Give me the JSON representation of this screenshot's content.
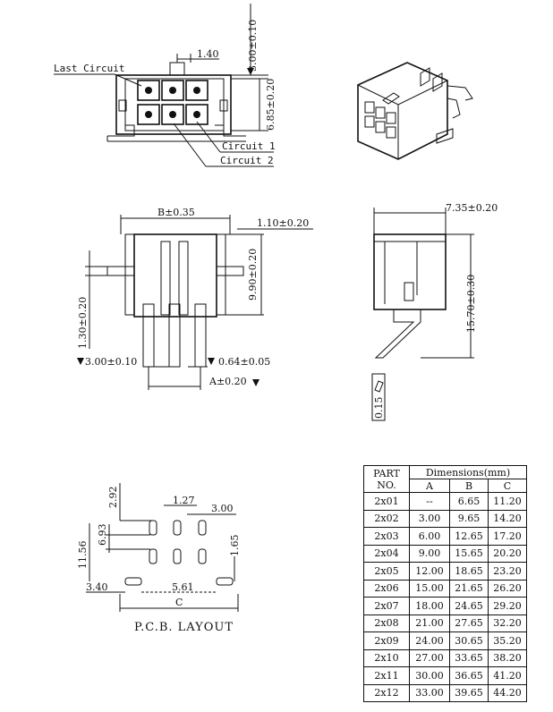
{
  "front_view": {
    "dim_top": "1.40",
    "dim_vertical_top": "3.00±0.10",
    "dim_right": "6.85±0.20",
    "label_last_circuit": "Last Circuit",
    "label_circuit1": "Circuit 1",
    "label_circuit2": "Circuit 2"
  },
  "side_left": {
    "dim_b": "B±0.35",
    "dim_110": "1.10±0.20",
    "dim_990": "9.90±0.20",
    "dim_130": "1.30±0.20",
    "dim_300": "3.00±0.10",
    "dim_064": "0.64±0.05",
    "dim_a": "A±0.20"
  },
  "side_right": {
    "dim_735": "7.35±0.20",
    "dim_1570": "15.70±0.30",
    "dim_015": "0.15"
  },
  "pcb": {
    "caption": "P.C.B. LAYOUT",
    "dim_292": "2.92",
    "dim_127": "1.27",
    "dim_300": "3.00",
    "dim_693": "6.93",
    "dim_1156": "11.56",
    "dim_165": "1.65",
    "dim_340": "3.40",
    "dim_561": "5.61",
    "dim_c": "C"
  },
  "table": {
    "header_part": "PART NO.",
    "header_dims": "Dimensions(mm)",
    "col_a": "A",
    "col_b": "B",
    "col_c": "C",
    "rows": [
      [
        "2x01",
        "--",
        "6.65",
        "11.20"
      ],
      [
        "2x02",
        "3.00",
        "9.65",
        "14.20"
      ],
      [
        "2x03",
        "6.00",
        "12.65",
        "17.20"
      ],
      [
        "2x04",
        "9.00",
        "15.65",
        "20.20"
      ],
      [
        "2x05",
        "12.00",
        "18.65",
        "23.20"
      ],
      [
        "2x06",
        "15.00",
        "21.65",
        "26.20"
      ],
      [
        "2x07",
        "18.00",
        "24.65",
        "29.20"
      ],
      [
        "2x08",
        "21.00",
        "27.65",
        "32.20"
      ],
      [
        "2x09",
        "24.00",
        "30.65",
        "35.20"
      ],
      [
        "2x10",
        "27.00",
        "33.65",
        "38.20"
      ],
      [
        "2x11",
        "30.00",
        "36.65",
        "41.20"
      ],
      [
        "2x12",
        "33.00",
        "39.65",
        "44.20"
      ]
    ]
  }
}
